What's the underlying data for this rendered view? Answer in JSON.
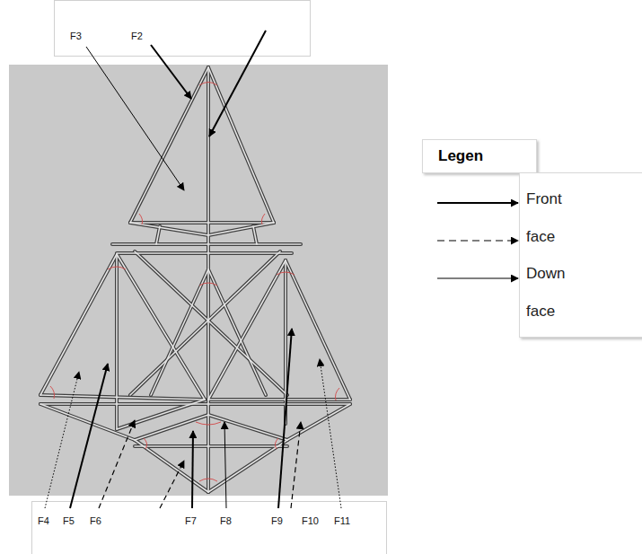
{
  "diagram": {
    "labels": [
      "F3",
      "F2",
      "F4",
      "F5",
      "F6",
      "F7",
      "F8",
      "F9",
      "F10",
      "F11",
      "Legen"
    ],
    "legend": [
      {
        "text": "Front face"
      },
      {
        "text": "Down face"
      }
    ]
  }
}
